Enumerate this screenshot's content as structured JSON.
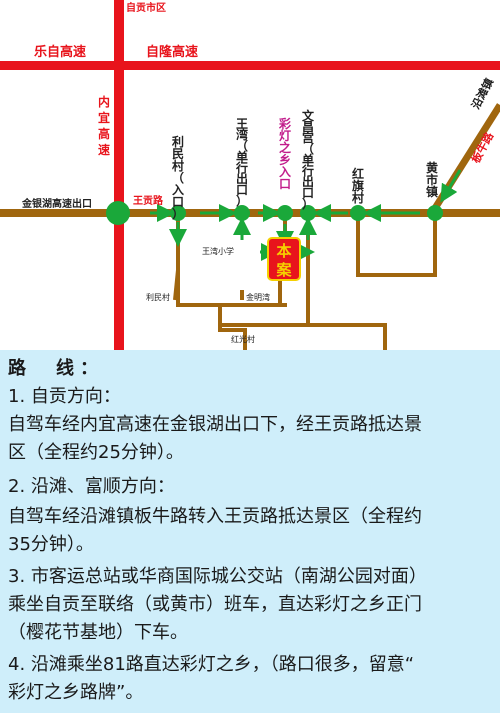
{
  "map": {
    "zigong_city": "自贡市区",
    "leshan_expwy": "乐自高速",
    "zilong_expwy": "自隆高速",
    "neiyi_expwy": "内宜高速",
    "jinyinhu_exit": "金银湖高速出口",
    "wanggong_road": "王贡路",
    "limin_entrance": "利民村（入口）",
    "wangwan_oneway": "王湾（单行出口）",
    "caideng_entrance": "彩灯之乡入口",
    "wenchang_oneway": "文昌宫（单行出口）",
    "hongqi": "红旗村",
    "huangshi": "黄市镇",
    "yantan": "沿滩镇",
    "banniu_road": "板牛路",
    "wangwan_school": "王湾小学",
    "benan": "本案",
    "limincun": "利民村",
    "jinmingwan": "金明湾",
    "hongguangcun": "红光村",
    "colors": {
      "highway_red": "#e8141c",
      "road_brown": "#a0660e",
      "node_green": "#1aa83a"
    }
  },
  "directions": {
    "title": "路　线：",
    "lines": [
      "1. 自贡方向：",
      "自驾车经内宜高速在金银湖出口下，经王贡路抵达景",
      "区（全程约25分钟）。",
      "2. 沿滩、富顺方向：",
      "自驾车经沿滩镇板牛路转入王贡路抵达景区（全程约",
      "35分钟）。",
      "3. 市客运总站或华商国际城公交站（南湖公园对面）",
      "乘坐自贡至联络（或黄市）班车，直达彩灯之乡正门",
      "（樱花节基地）下车。",
      "4. 沿滩乘坐81路直达彩灯之乡，（路口很多，留意“",
      "彩灯之乡路牌”。"
    ]
  }
}
